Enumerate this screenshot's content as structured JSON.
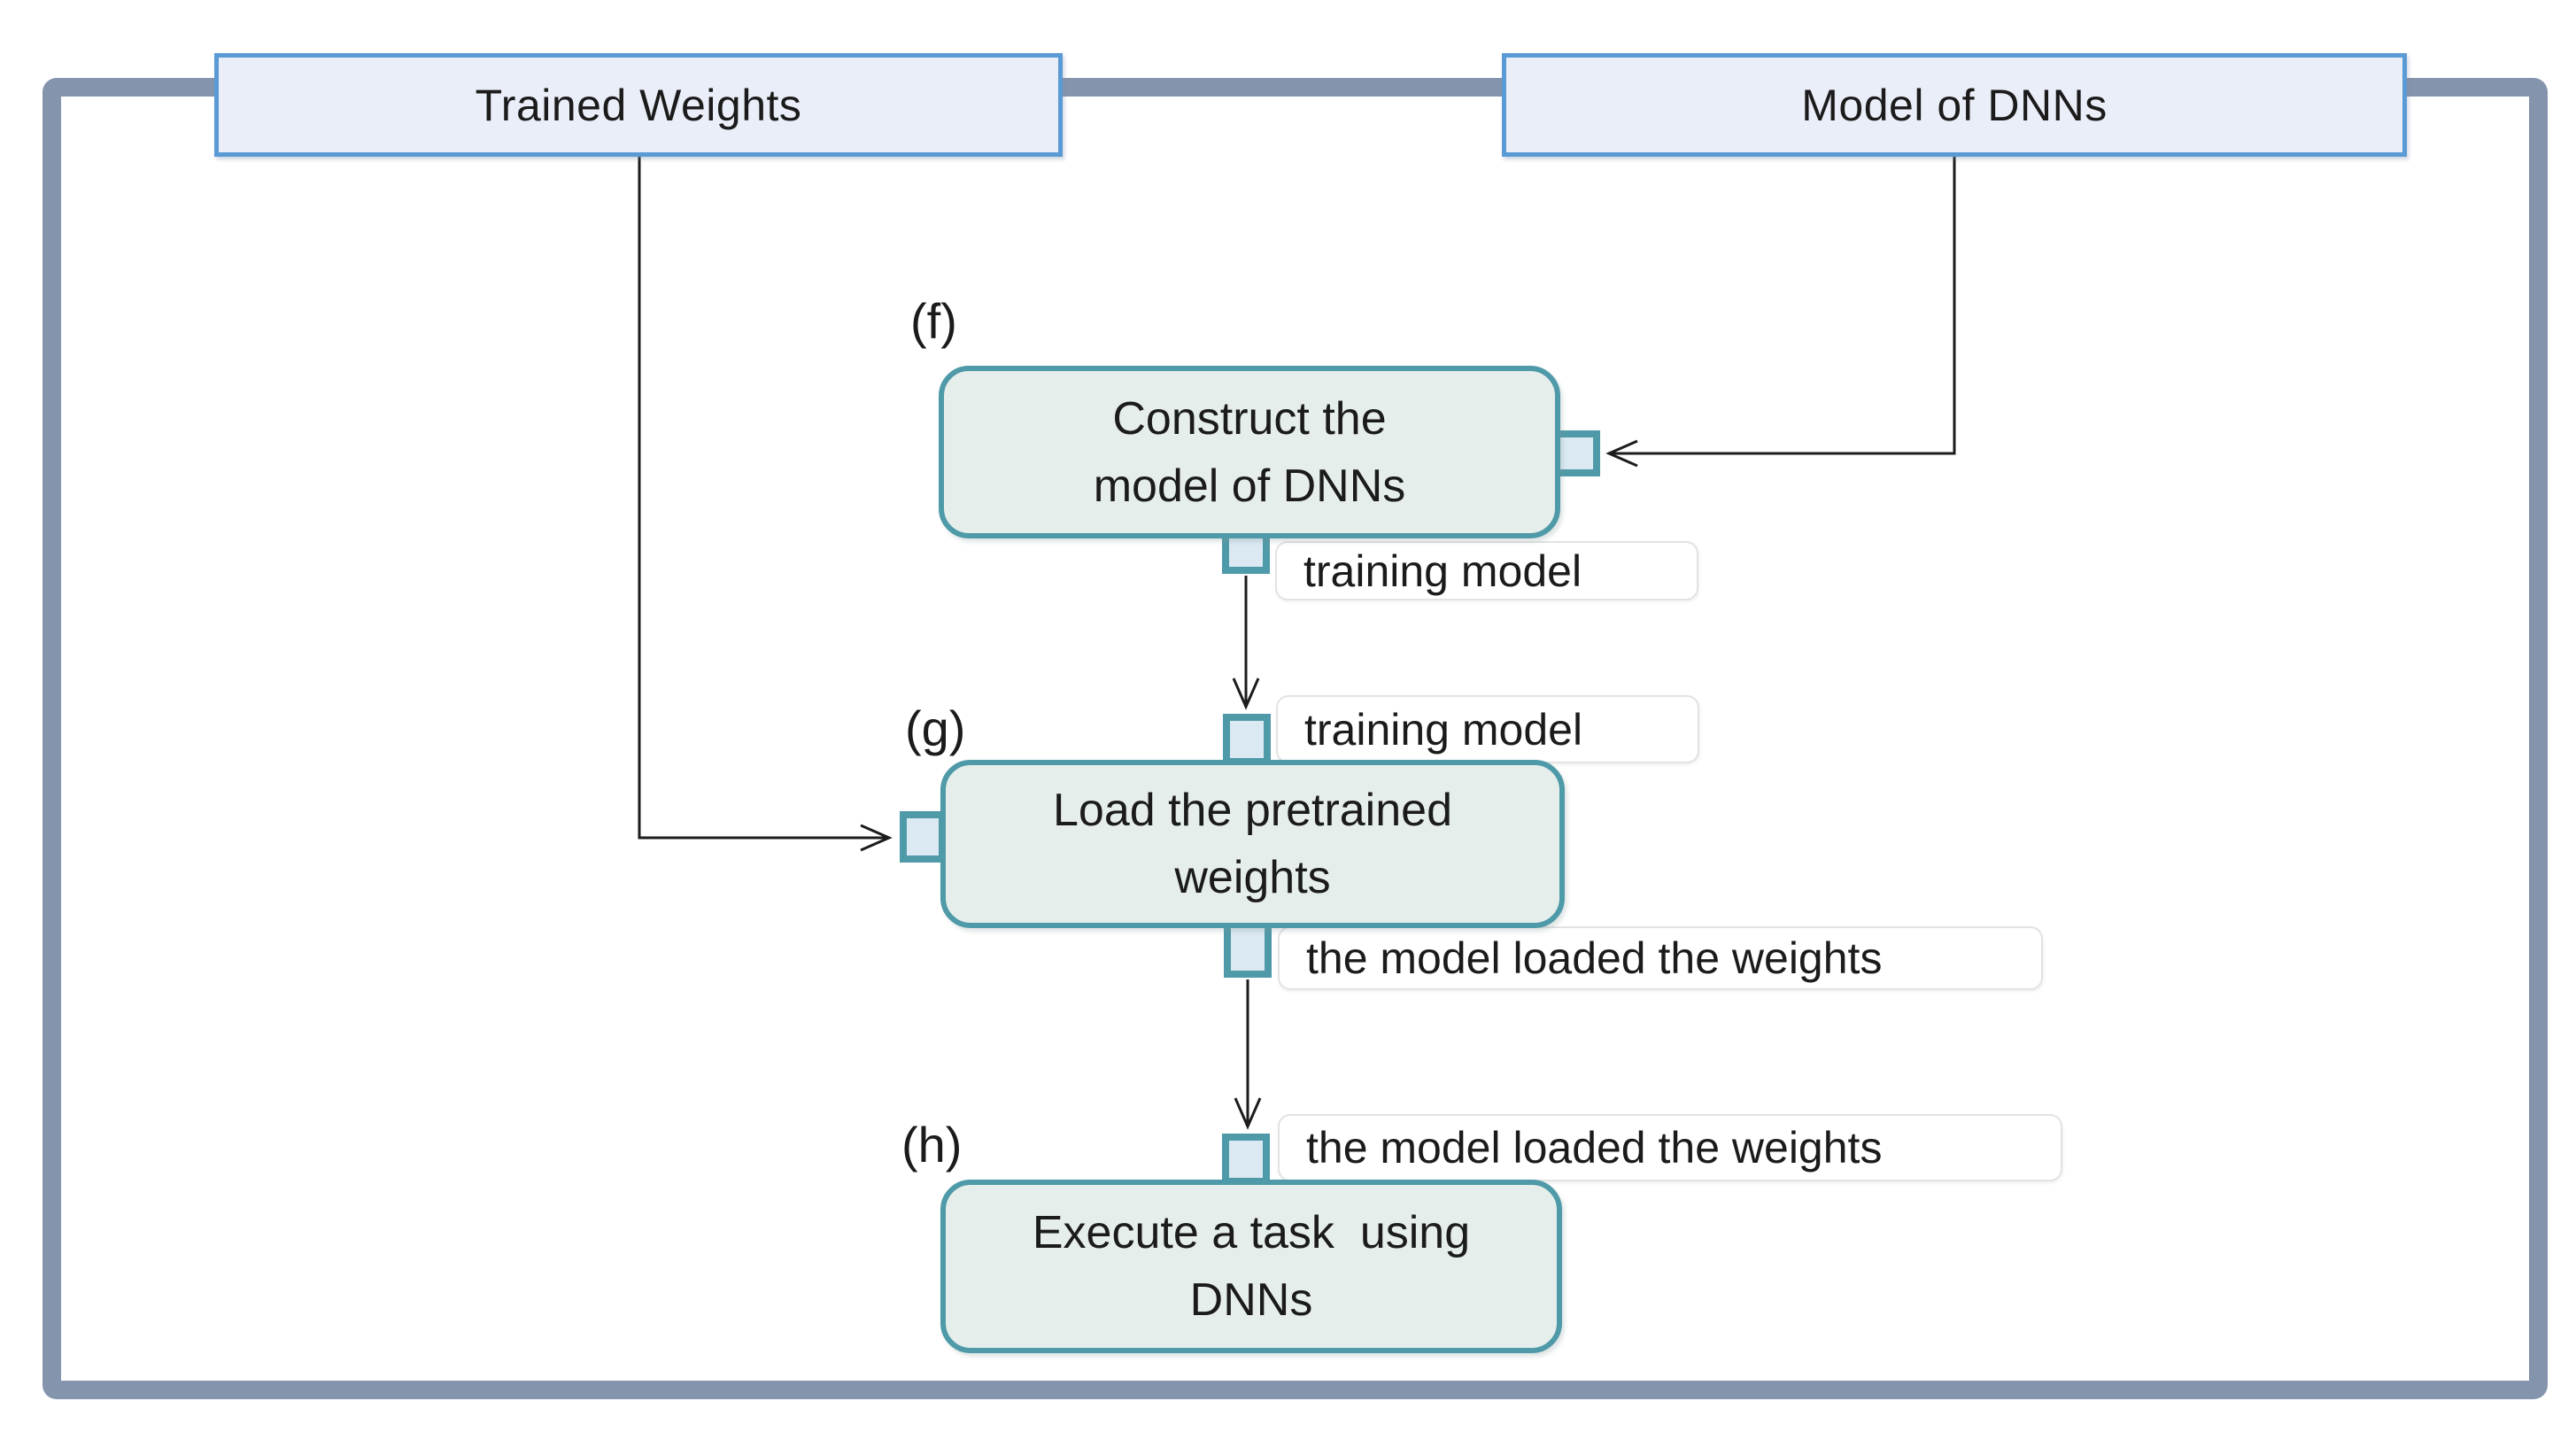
{
  "figure": {
    "colors": {
      "frame": "#8494ad",
      "source_fill": "#eaeef8",
      "source_border": "#5b9bd5",
      "process_fill": "#e6eeec",
      "process_border": "#4f9aa8",
      "port_fill": "#dbe9f2",
      "connector": "#1c1c1c"
    },
    "sources": [
      {
        "label": "Trained Weights"
      },
      {
        "label": "Model of DNNs"
      }
    ],
    "steps": [
      {
        "tag": "(f)",
        "line1": "Construct the",
        "line2": "model of DNNs"
      },
      {
        "tag": "(g)",
        "line1": "Load the pretrained",
        "line2": "weights"
      },
      {
        "tag": "(h)",
        "line1": "Execute a task  using",
        "line2": "DNNs"
      }
    ],
    "edge_labels": [
      {
        "text": "training model"
      },
      {
        "text": "training model"
      },
      {
        "text": "the model loaded the weights"
      },
      {
        "text": "the model loaded the weights"
      }
    ]
  }
}
